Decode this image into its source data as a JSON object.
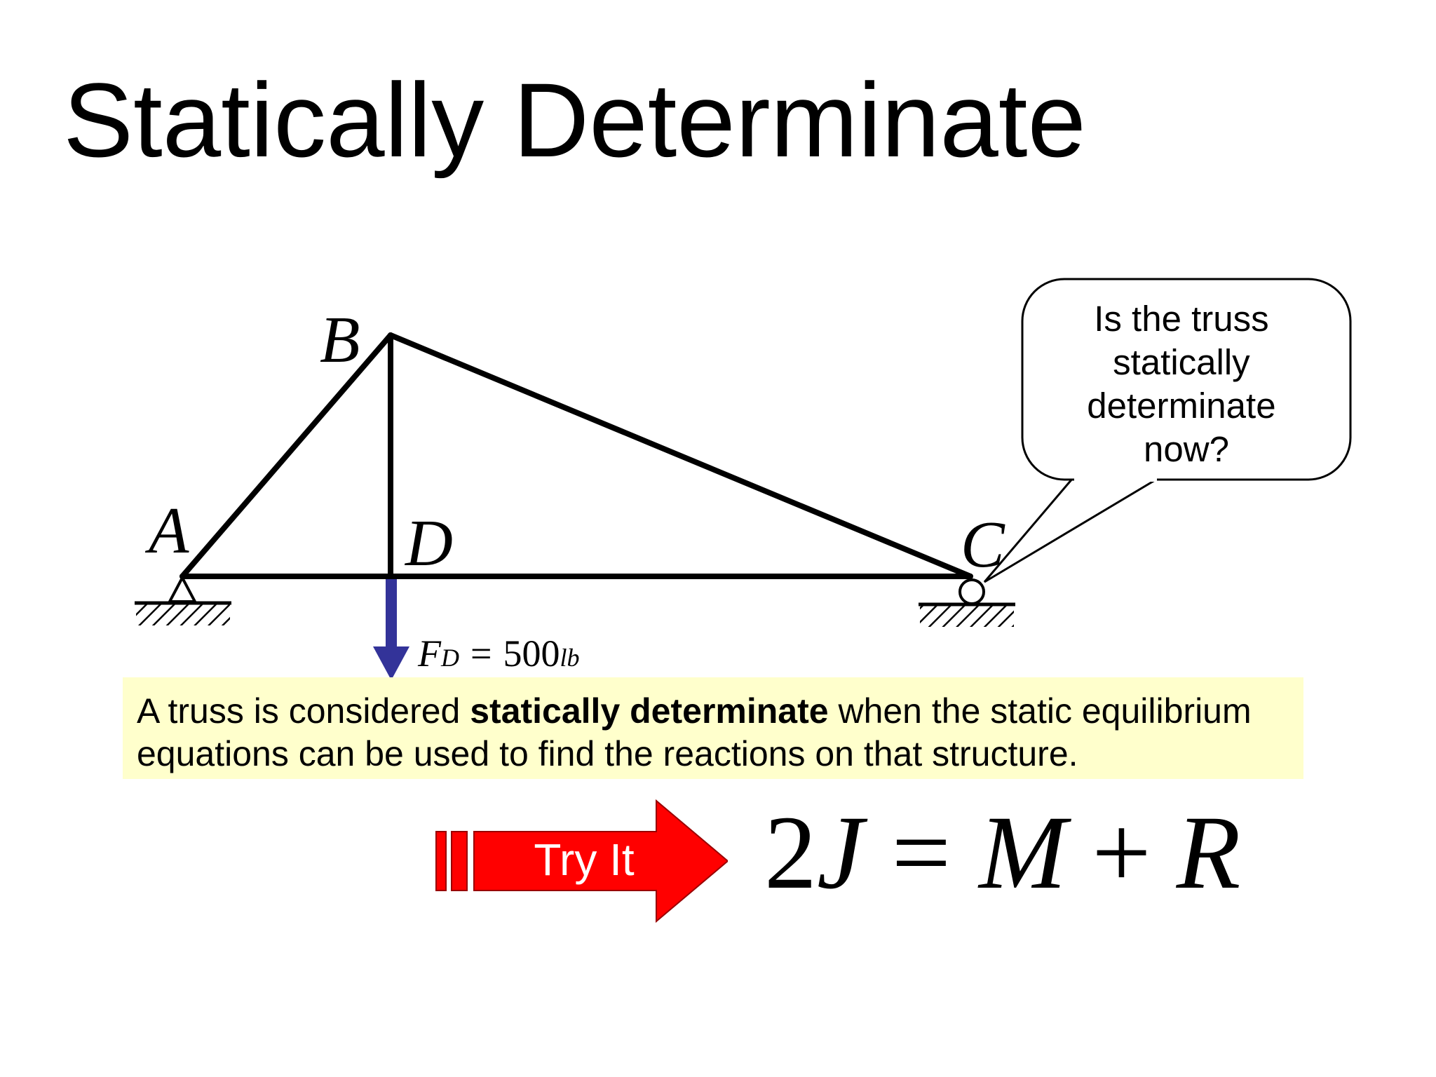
{
  "slide": {
    "title": "Statically Determinate"
  },
  "diagram": {
    "nodes": {
      "A": "A",
      "B": "B",
      "C": "C",
      "D": "D"
    },
    "load": {
      "symbol": "F",
      "subscript": "D",
      "equals": "=",
      "value": "500",
      "unit": "lb",
      "color": "#333399"
    },
    "callout": {
      "lines": [
        "Is the truss",
        "statically",
        "determinate",
        "now?"
      ]
    }
  },
  "definition": {
    "prefix": "A truss is considered ",
    "bold": "statically determinate",
    "suffix": " when the static equilibrium",
    "line2": "equations can be used to find the reactions on that structure.",
    "background": "#ffffcc"
  },
  "try_it": {
    "label": "Try It",
    "color": "#ff0000"
  },
  "equation": {
    "coef": "2",
    "J": "J",
    "eq": "=",
    "M": "M",
    "plus": "+",
    "R": "R"
  }
}
